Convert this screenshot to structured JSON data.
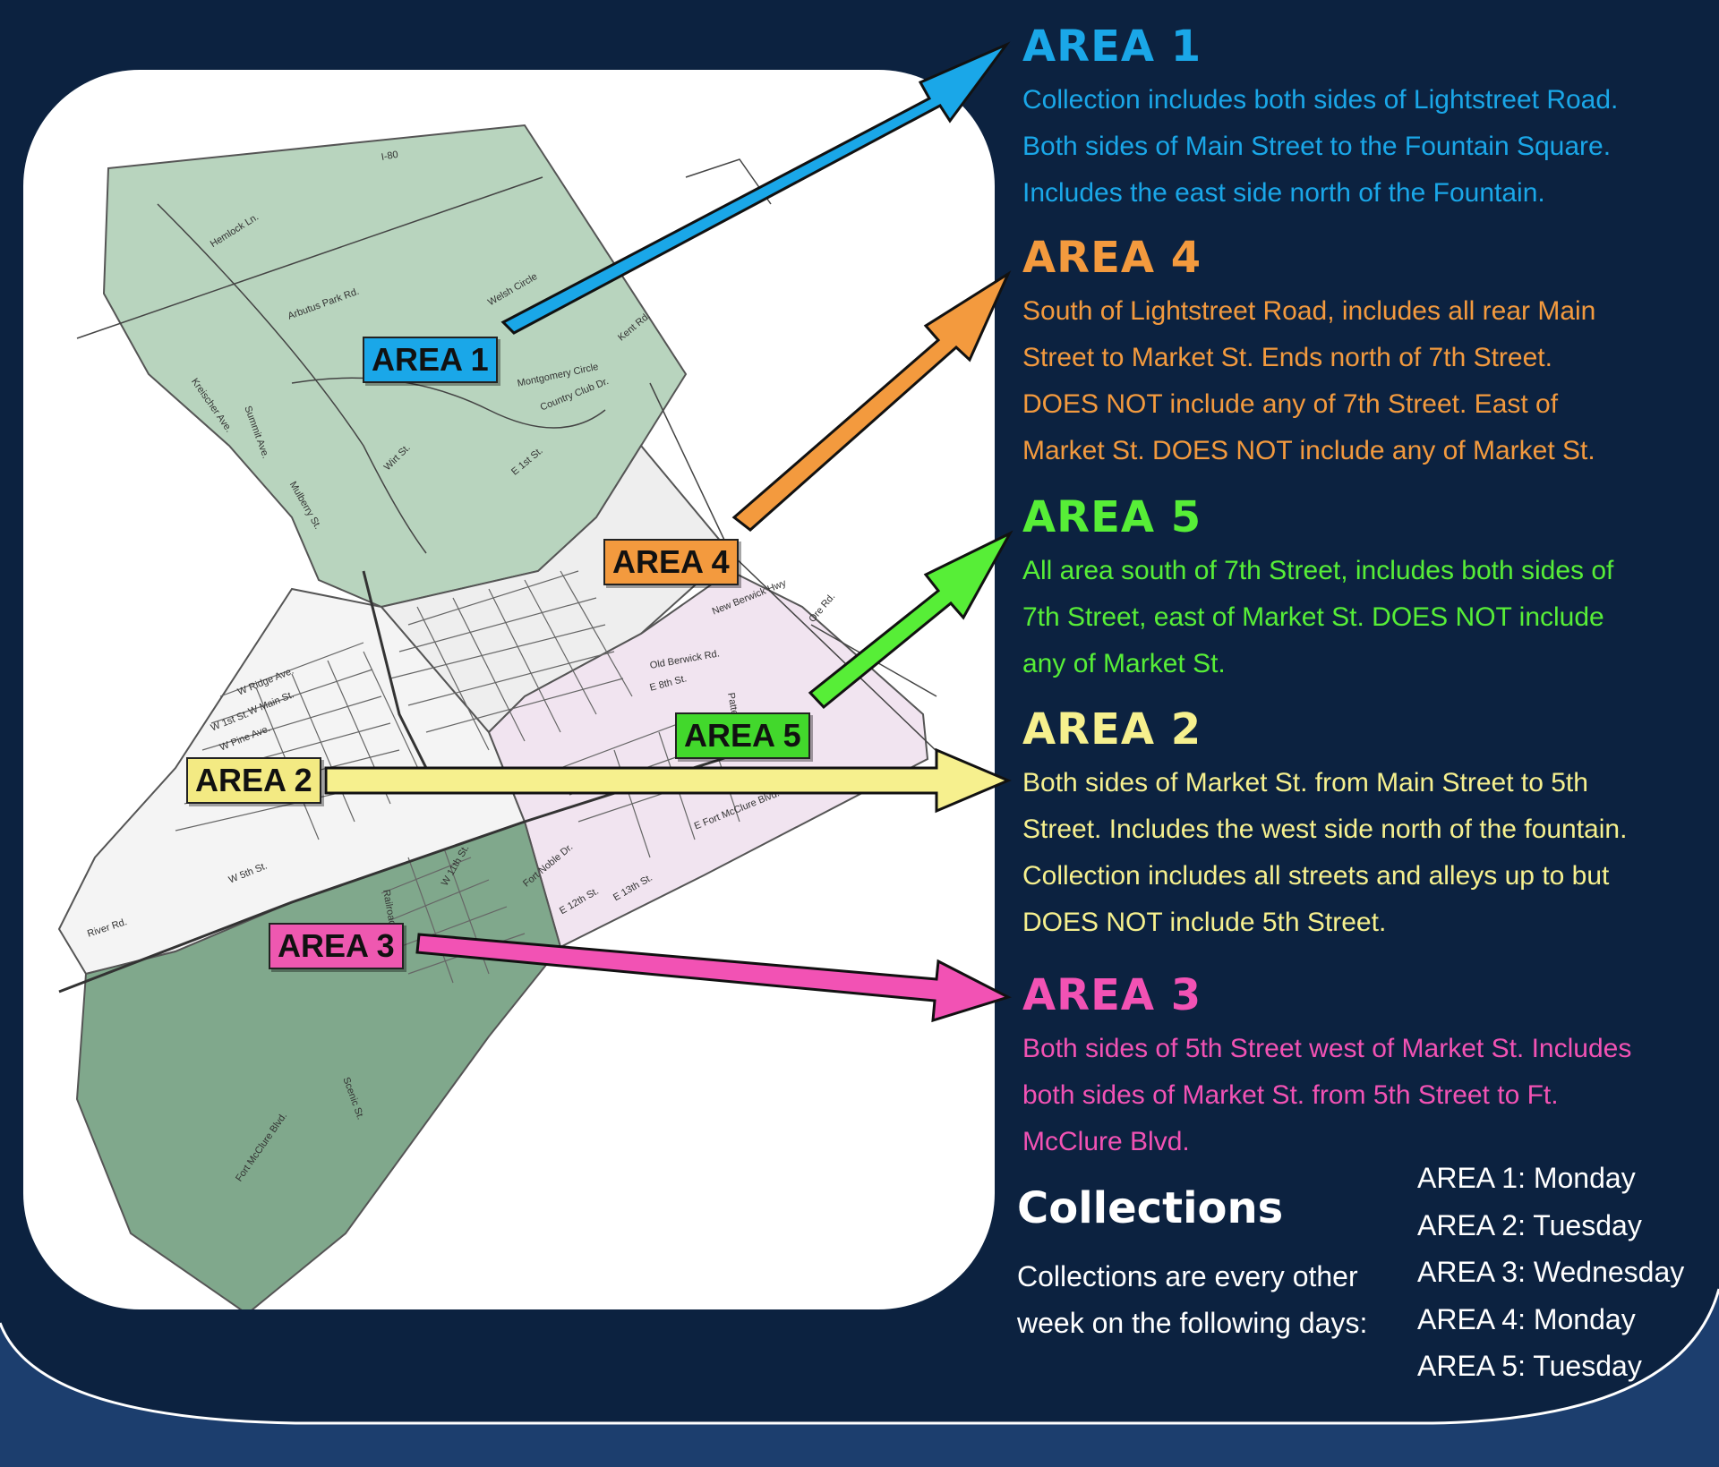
{
  "colors": {
    "background": "#0c2240",
    "band": "#1c3e6e",
    "area1": "#1aa7e8",
    "area2": "#f6f08e",
    "area3": "#f252b4",
    "area4": "#f39a3e",
    "area5": "#57ee37"
  },
  "map": {
    "tags": [
      {
        "id": "area1",
        "label": "AREA 1",
        "bg": "#1aa7e8"
      },
      {
        "id": "area4",
        "label": "AREA 4",
        "bg": "#f39a3e"
      },
      {
        "id": "area5",
        "label": "AREA 5",
        "bg": "#42d82c"
      },
      {
        "id": "area2",
        "label": "AREA 2",
        "bg": "#f3ea83"
      },
      {
        "id": "area3",
        "label": "AREA 3",
        "bg": "#ee58b0"
      }
    ],
    "road_labels": [
      "Hemlock Ln.",
      "Arbutus Park Rd.",
      "Welsh Circle",
      "Kent Rd.",
      "Montgomery Circle",
      "Country Club Dr.",
      "E 1st St.",
      "Summit Ave.",
      "Mulberry St.",
      "Wirt St.",
      "W Ridge Ave.",
      "W Main St.",
      "W 1st St.",
      "W Pine Ave.",
      "River Rd.",
      "W 5th St.",
      "W 11th St.",
      "Fort McClure Blvd.",
      "E Fort McClure Blvd.",
      "New Berwick Hwy",
      "Old Berwick Rd.",
      "Patterson Dr.",
      "E 8th St.",
      "E 12th St.",
      "E 13th St.",
      "Fort Noble Dr.",
      "Ore Rd.",
      "Scenic St.",
      "Railroad St.",
      "Kreischer Ave.",
      "I-80"
    ]
  },
  "areas": [
    {
      "id": "area1",
      "title": "AREA 1",
      "lines": [
        "Collection includes both sides of Lightstreet Road.",
        "Both sides of Main Street to the Fountain Square.",
        "Includes the east side north of the Fountain."
      ]
    },
    {
      "id": "area4",
      "title": "AREA 4",
      "lines": [
        "South of Lightstreet Road, includes all rear Main",
        "Street to Market St. Ends north of 7th Street.",
        "DOES NOT include any of 7th Street. East of",
        "Market St. DOES NOT include any of Market St."
      ]
    },
    {
      "id": "area5",
      "title": "AREA 5",
      "lines": [
        "All area south of 7th Street, includes both sides of",
        "7th Street, east of Market St. DOES NOT include",
        "any of Market St."
      ]
    },
    {
      "id": "area2",
      "title": "AREA 2",
      "lines": [
        "Both sides of Market St.  from Main Street to 5th",
        "Street. Includes the west side north of the fountain.",
        "Collection includes all streets and alleys up to but",
        "DOES NOT include 5th Street."
      ]
    },
    {
      "id": "area3",
      "title": "AREA 3",
      "lines": [
        "Both sides of 5th Street west of Market St. Includes",
        "both sides of Market St. from 5th Street to Ft.",
        "McClure Blvd."
      ]
    }
  ],
  "collections": {
    "title": "Collections",
    "note": "Collections are every other week on the following days:",
    "schedule": [
      "AREA 1: Monday",
      "AREA 2: Tuesday",
      "AREA 3: Wednesday",
      "AREA 4: Monday",
      "AREA 5: Tuesday"
    ]
  }
}
